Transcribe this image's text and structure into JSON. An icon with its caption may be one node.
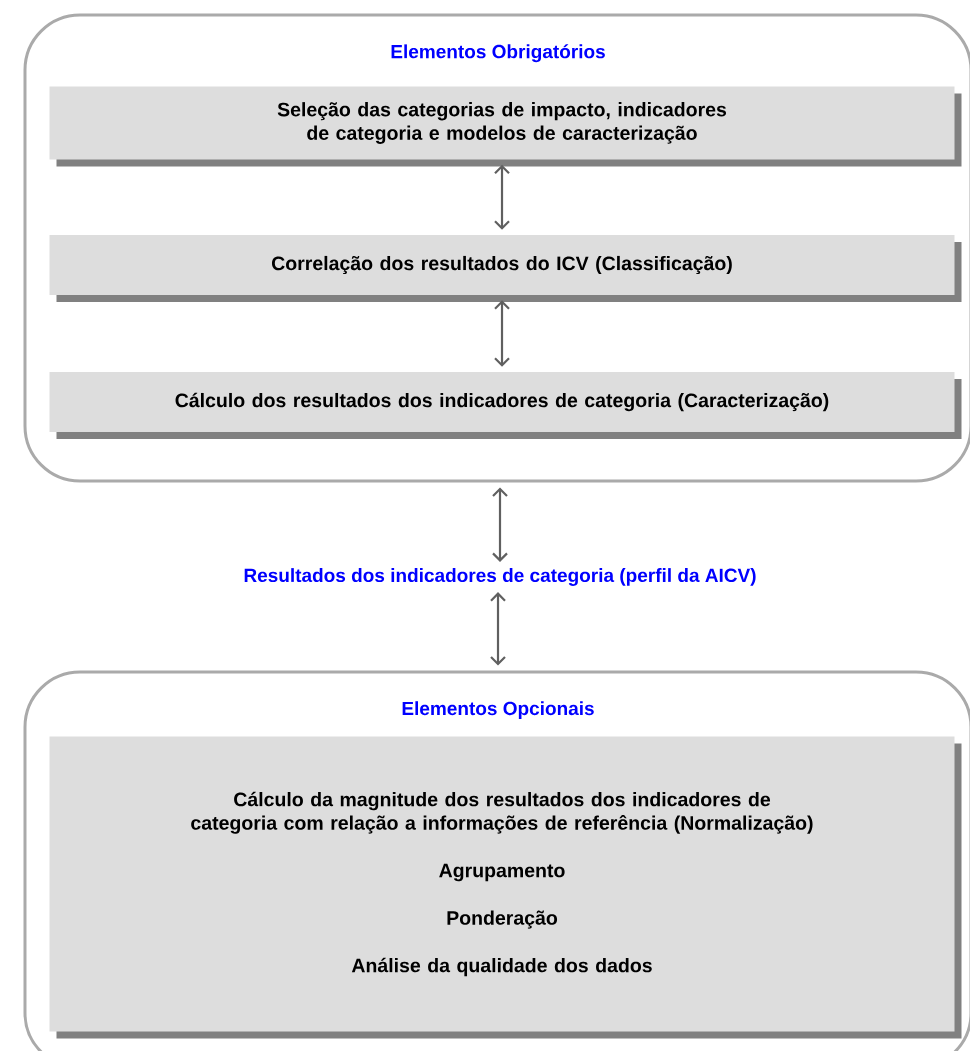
{
  "diagram": {
    "nodes": [
      {
        "text": [
          "Elementos Obrigatórios"
        ]
      },
      {
        "text": [
          "Seleção das categorias de impacto, indicadores de categoria e modelos de caracterização"
        ],
        "in": 0
      },
      {
        "text": [
          "Correlação dos resultados do ICV (Classificação)"
        ],
        "in": 0
      },
      {
        "text": [
          "Cálculo dos resultados dos indicadores de categoria (Caracterização)"
        ],
        "in": 0
      },
      {
        "text": [
          "Resultados dos indicadores de categoria (perfil da AICV)"
        ]
      },
      {
        "text": [
          "Elementos Opcionais"
        ]
      },
      {
        "text": [
          "Cálculo da magnitude dos resultados dos indicadores de categoria com relação a informações de referência (Normalização)",
          "Agrupamento",
          "Ponderação",
          "Análise da qualidade dos dados"
        ],
        "in": 5
      }
    ],
    "edges": [
      {
        "from": 1,
        "to": 2,
        "arrow": "both"
      },
      {
        "from": 2,
        "to": 3,
        "arrow": "both"
      },
      {
        "from": 0,
        "to": 4,
        "arrow": "both"
      },
      {
        "from": 4,
        "to": 5,
        "arrow": "both"
      }
    ]
  }
}
